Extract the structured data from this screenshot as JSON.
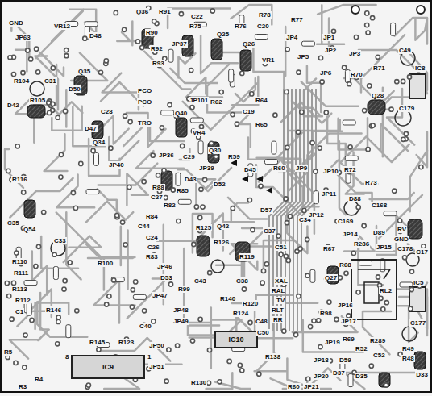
{
  "diagram": {
    "nodes": [
      {
        "text": [
          "IC9"
        ]
      },
      {
        "text": [
          "IC10"
        ]
      }
    ],
    "labels": [
      "Q36",
      "R91",
      "C22",
      "R78",
      "R77",
      "GND",
      "VR12",
      "JP63",
      "D48",
      "R90",
      "R92",
      "R93",
      "JP37",
      "R75",
      "Q25",
      "R76",
      "Q26",
      "C20",
      "VR1",
      "JP4",
      "JP1",
      "JP2",
      "JP3",
      "JP5",
      "JP6",
      "C49",
      "IC8",
      "R70",
      "R71",
      "Q28",
      "C179",
      "R104",
      "C31",
      "R105",
      "D42",
      "D50",
      "Q35",
      "C28",
      "D47",
      "Q34",
      "JP40",
      "PCO",
      "PCO",
      "TRO",
      "JP101",
      "Q40",
      "VR4",
      "R62",
      "C19",
      "R64",
      "R65",
      "Q30",
      "C29",
      "JP36",
      "JP39",
      "R59",
      "D45",
      "R60",
      "D43",
      "D52",
      "R88",
      "R85",
      "C27",
      "R82",
      "R84",
      "C44",
      "C24",
      "C26",
      "R83",
      "R125",
      "Q42",
      "R126",
      "R119",
      "D57",
      "C37",
      "C51",
      "C34",
      "R116",
      "C35",
      "Q54",
      "C33",
      "R100",
      "JP46",
      "D53",
      "JP47",
      "R99",
      "C43",
      "C38",
      "R140",
      "R120",
      "R124",
      "JP48",
      "JP49",
      "C40",
      "C48",
      "C50",
      "JP50",
      "JP51",
      "R130",
      "R138",
      "R110",
      "R111",
      "R113",
      "R112",
      "C1",
      "R146",
      "R145",
      "R123",
      "R5",
      "R4",
      "R3",
      "XAL",
      "RAL",
      "TV",
      "RLT",
      "RR",
      "JP9",
      "R72",
      "JP10",
      "R73",
      "JP11",
      "D88",
      "C168",
      "JP12",
      "C169",
      "JP14",
      "D89",
      "RV",
      "GND",
      "C178",
      "R286",
      "JP15",
      "C17",
      "R67",
      "R68",
      "Q27",
      "RL2",
      "IC5",
      "JP16",
      "R98",
      "JP17",
      "C177",
      "R69",
      "R289",
      "JP19",
      "R52",
      "C52",
      "R49",
      "R48",
      "D59",
      "JP18",
      "D37",
      "D35",
      "D33",
      "JP20",
      "JP21",
      "R60",
      "8",
      "1"
    ]
  }
}
